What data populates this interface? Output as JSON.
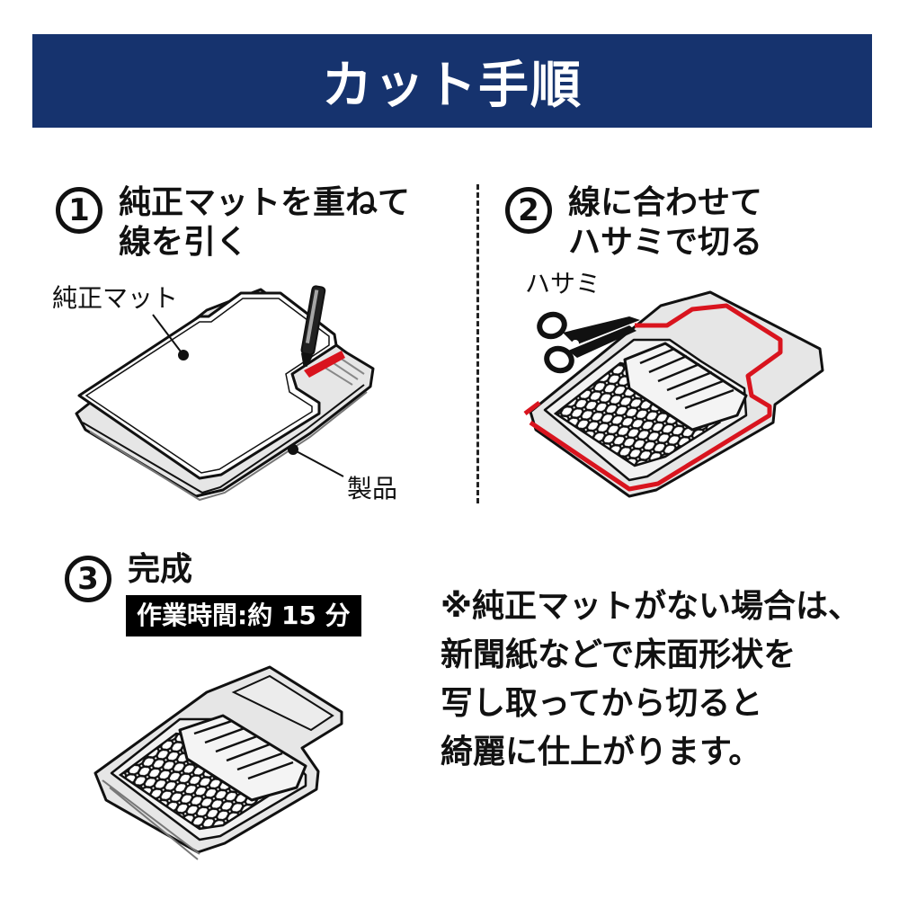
{
  "header": {
    "title": "カット手順"
  },
  "steps": [
    {
      "number": "1",
      "title_line1": "純正マットを重ねて",
      "title_line2": "線を引く",
      "label_mat": "純正マット",
      "label_product": "製品"
    },
    {
      "number": "2",
      "title_line1": "線に合わせて",
      "title_line2": "ハサミで切る",
      "label_scissors": "ハサミ"
    },
    {
      "number": "3",
      "title": "完成",
      "time_label": "作業時間:約 15 分"
    }
  ],
  "note": {
    "lines": [
      "※純正マットがない場合は、",
      "新聞紙などで床面形状を",
      "写し取ってから切ると",
      "綺麗に仕上がります。"
    ]
  },
  "colors": {
    "header_bg": "#16336e",
    "cut_line": "#d9141e"
  }
}
